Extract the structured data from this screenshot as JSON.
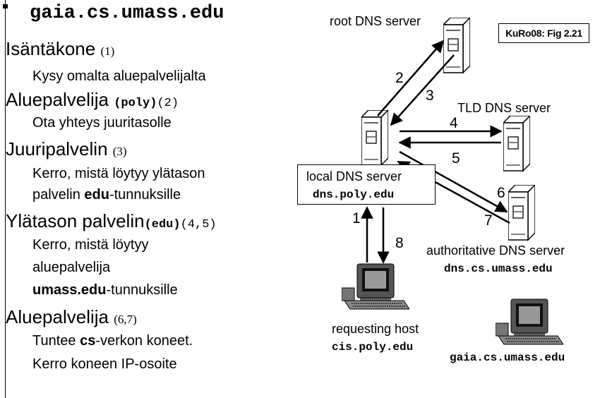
{
  "title": "gaia.cs.umass.edu",
  "steps": [
    {
      "head": "Isäntäkone",
      "head_code": "",
      "ref": "(1)",
      "lines": [
        "Kysy omalta aluepalvelijalta"
      ]
    },
    {
      "head": "Aluepalvelija",
      "head_code": "(poly)",
      "ref": "(2)",
      "lines": [
        "Ota yhteys juuritasolle"
      ]
    },
    {
      "head": "Juuripalvelin",
      "head_code": "",
      "ref": "(3)",
      "lines": [
        "Kerro, mistä löytyy ylätason"
      ],
      "line_mixed": {
        "pre": "palvelin ",
        "bold": "edu",
        "post": "-tunnuksille"
      }
    },
    {
      "head": "Ylätason palvelin",
      "head_code": "(edu)",
      "ref": "(4,5)",
      "lines": [
        "Kerro, mistä löytyy",
        "aluepalvelija"
      ],
      "line_mixed": {
        "pre": "",
        "bold": "umass.edu",
        "post": "-tunnuksille"
      }
    },
    {
      "head": "Aluepalvelija",
      "head_code": "",
      "ref": "(6,7)",
      "lines": [
        "Kerro  koneen IP-osoite"
      ],
      "line_mixed": {
        "pre": "Tuntee ",
        "bold": "cs",
        "post": "-verkon koneet."
      }
    }
  ],
  "figure_ref": "KuRo08: Fig 2.21",
  "nodes": {
    "root": {
      "label": "root DNS server"
    },
    "tld": {
      "label": "TLD DNS server"
    },
    "local": {
      "label": "local DNS server",
      "host": "dns.poly.edu"
    },
    "auth": {
      "label": "authoritative DNS server",
      "host": "dns.cs.umass.edu"
    },
    "requesting": {
      "label": "requesting host",
      "host": "cis.poly.edu"
    },
    "target": {
      "host": "gaia.cs.umass.edu"
    }
  },
  "arrows": [
    "1",
    "2",
    "3",
    "4",
    "5",
    "6",
    "7",
    "8"
  ],
  "icons": [
    "server-icon",
    "workstation-icon"
  ]
}
